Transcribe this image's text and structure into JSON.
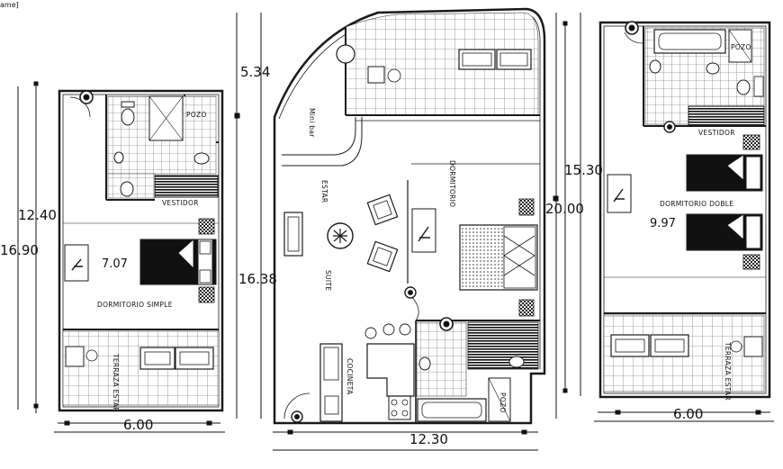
{
  "header": {
    "fragment": "ame]"
  },
  "dimensions": {
    "left_width": "6.00",
    "left_inner_height": "12.40",
    "left_total_height": "16.90",
    "mid_top": "5.34",
    "mid_left": "16.38",
    "mid_right": "20.00",
    "mid_width": "12.30",
    "right_height": "15.30",
    "right_width": "6.00"
  },
  "rooms": {
    "left_closet": "VESTIDOR",
    "left_bedroom": "DORMITORIO SIMPLE",
    "left_area": "7.07",
    "left_terrace": "TERRAZA ESTAR",
    "left_pozo": "POZO",
    "mid_minibar": "Mini bar",
    "mid_estar": "ESTAR",
    "mid_suite": "SUITE",
    "mid_dormitorio": "DORMITORIO",
    "mid_cocineta": "COCINETA",
    "mid_pozo": "POZO",
    "right_closet": "VESTIDOR",
    "right_bedroom": "DORMITORIO DOBLE",
    "right_area": "9.97",
    "right_terrace": "TERRAZA ESTAR",
    "right_pozo": "POZO"
  },
  "colors": {
    "line": "#1a1a1a",
    "fill_dark": "#111111",
    "grid": "#555555"
  }
}
